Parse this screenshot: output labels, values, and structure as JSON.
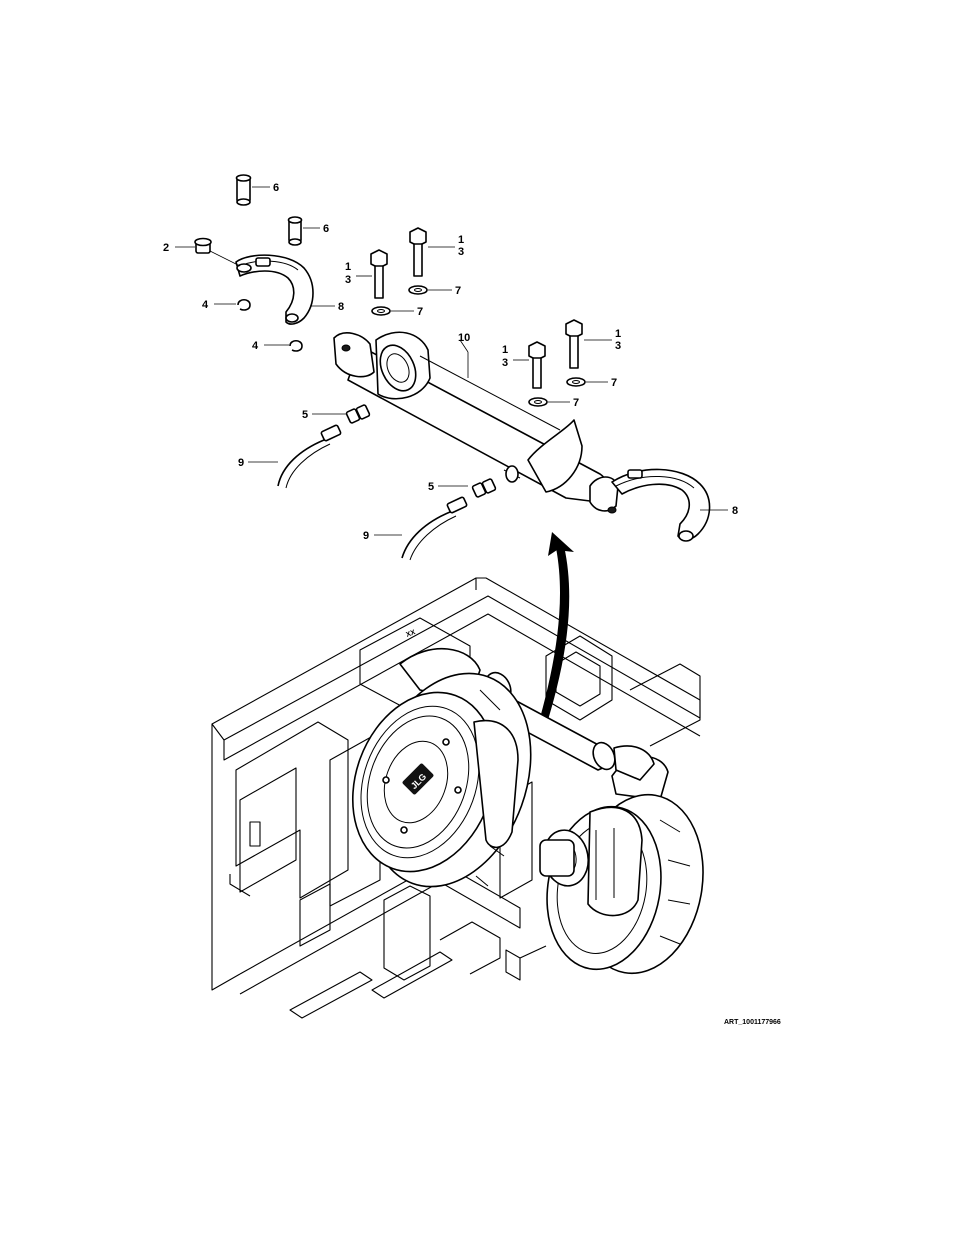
{
  "callouts": {
    "c6a": "6",
    "c6b": "6",
    "c2": "2",
    "c4a": "4",
    "c8a": "8",
    "c4b": "4",
    "c1a": "1",
    "c3a": "3",
    "c1b": "1",
    "c3b": "3",
    "c7a": "7",
    "c7b": "7",
    "c10": "10",
    "c1c": "1",
    "c3c": "3",
    "c1d": "1",
    "c3d": "3",
    "c7c": "7",
    "c7d": "7",
    "c5a": "5",
    "c9a": "9",
    "c5b": "5",
    "c8b": "8",
    "c9b": "9"
  },
  "art_id": "ART_1001177966",
  "colors": {
    "line": "#000000",
    "background": "#ffffff"
  },
  "icons": {
    "direction_arrow": "curved-arrow-icon",
    "brand_logo": "jlg-logo"
  }
}
